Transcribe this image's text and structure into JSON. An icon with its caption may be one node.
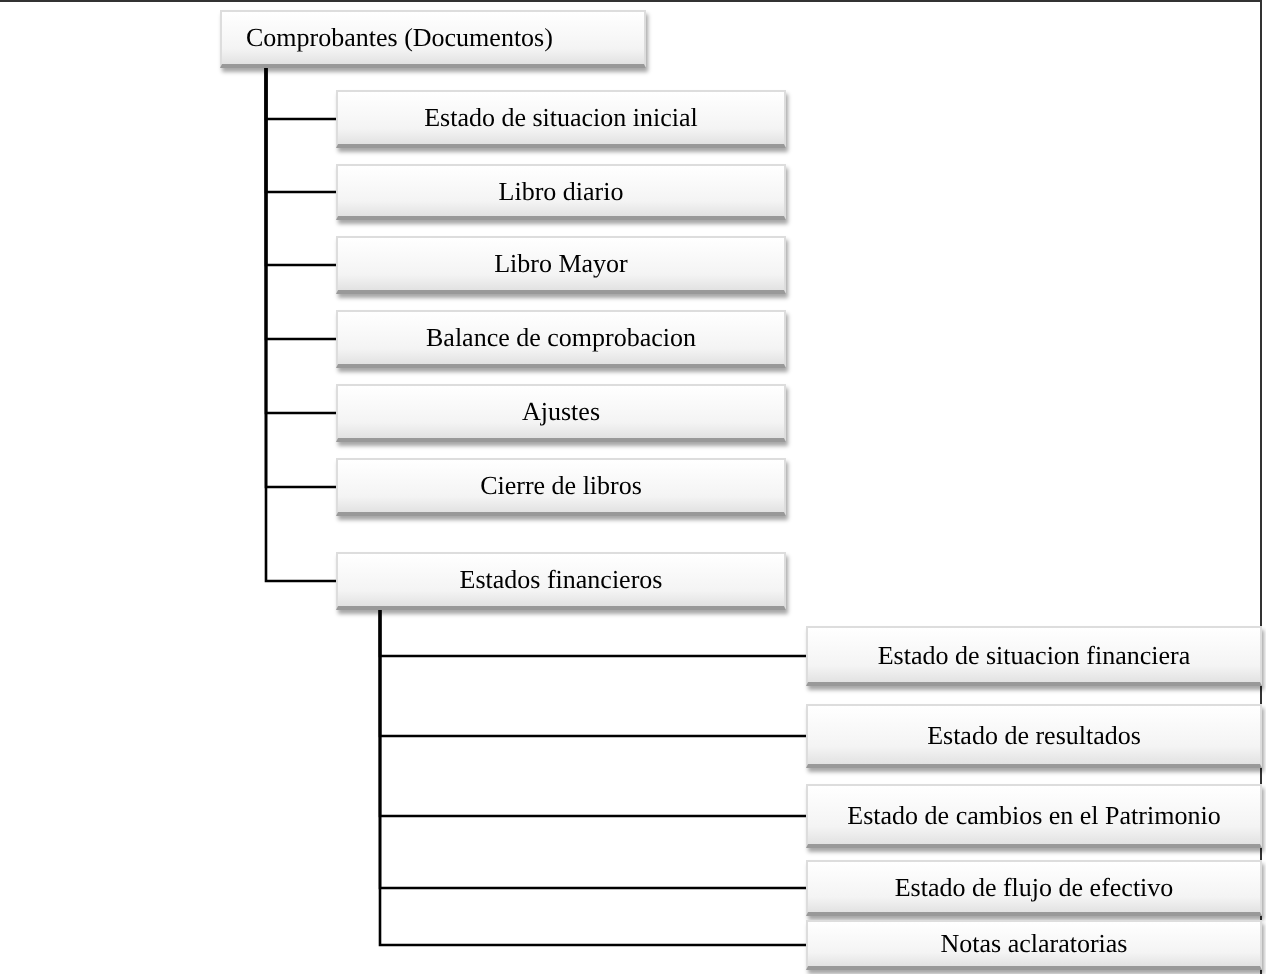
{
  "diagram": {
    "nodes": [
      {
        "text": [
          "Comprobantes  (Documentos)"
        ]
      },
      {
        "text": [
          "Estado de situacion inicial"
        ]
      },
      {
        "text": [
          "Libro diario"
        ]
      },
      {
        "text": [
          "Libro Mayor"
        ]
      },
      {
        "text": [
          "Balance de comprobacion"
        ]
      },
      {
        "text": [
          "Ajustes"
        ]
      },
      {
        "text": [
          "Cierre de libros"
        ]
      },
      {
        "text": [
          "Estados financieros"
        ]
      },
      {
        "text": [
          "Estado de situacion financiera"
        ]
      },
      {
        "text": [
          "Estado de resultados"
        ]
      },
      {
        "text": [
          "Estado de  cambios en el Patrimonio"
        ]
      },
      {
        "text": [
          "Estado de flujo de efectivo"
        ]
      },
      {
        "text": [
          "Notas aclaratorias"
        ]
      }
    ],
    "edges": [
      {
        "from": 0,
        "to": 1,
        "arrow": "none"
      },
      {
        "from": 0,
        "to": 2,
        "arrow": "none"
      },
      {
        "from": 0,
        "to": 3,
        "arrow": "none"
      },
      {
        "from": 0,
        "to": 4,
        "arrow": "none"
      },
      {
        "from": 0,
        "to": 5,
        "arrow": "none"
      },
      {
        "from": 0,
        "to": 6,
        "arrow": "none"
      },
      {
        "from": 0,
        "to": 7,
        "arrow": "none"
      },
      {
        "from": 7,
        "to": 8,
        "arrow": "none"
      },
      {
        "from": 7,
        "to": 9,
        "arrow": "none"
      },
      {
        "from": 7,
        "to": 10,
        "arrow": "none"
      },
      {
        "from": 7,
        "to": 11,
        "arrow": "none"
      },
      {
        "from": 7,
        "to": 12,
        "arrow": "none"
      }
    ]
  }
}
